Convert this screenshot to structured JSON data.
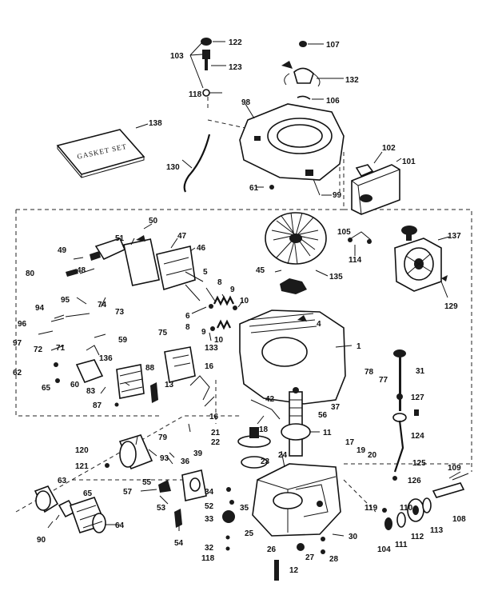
{
  "gasket_set_text": "GASKET SET",
  "callouts": [
    {
      "id": "122",
      "text": "122"
    },
    {
      "id": "103",
      "text": "103"
    },
    {
      "id": "123",
      "text": "123"
    },
    {
      "id": "118a",
      "text": "118"
    },
    {
      "id": "107",
      "text": "107"
    },
    {
      "id": "132",
      "text": "132"
    },
    {
      "id": "106",
      "text": "106"
    },
    {
      "id": "98",
      "text": "98"
    },
    {
      "id": "138",
      "text": "138"
    },
    {
      "id": "130",
      "text": "130"
    },
    {
      "id": "61",
      "text": "61"
    },
    {
      "id": "99",
      "text": "99"
    },
    {
      "id": "102",
      "text": "102"
    },
    {
      "id": "101",
      "text": "101"
    },
    {
      "id": "50",
      "text": "50"
    },
    {
      "id": "51",
      "text": "51"
    },
    {
      "id": "47",
      "text": "47"
    },
    {
      "id": "46",
      "text": "46"
    },
    {
      "id": "49",
      "text": "49"
    },
    {
      "id": "48",
      "text": "48"
    },
    {
      "id": "80",
      "text": "80"
    },
    {
      "id": "5",
      "text": "5"
    },
    {
      "id": "45",
      "text": "45"
    },
    {
      "id": "135",
      "text": "135"
    },
    {
      "id": "105",
      "text": "105"
    },
    {
      "id": "114",
      "text": "114"
    },
    {
      "id": "137",
      "text": "137"
    },
    {
      "id": "129",
      "text": "129"
    },
    {
      "id": "95",
      "text": "95"
    },
    {
      "id": "74",
      "text": "74"
    },
    {
      "id": "73",
      "text": "73"
    },
    {
      "id": "8a",
      "text": "8"
    },
    {
      "id": "9a",
      "text": "9"
    },
    {
      "id": "6",
      "text": "6"
    },
    {
      "id": "10a",
      "text": "10"
    },
    {
      "id": "94",
      "text": "94"
    },
    {
      "id": "96",
      "text": "96"
    },
    {
      "id": "8b",
      "text": "8"
    },
    {
      "id": "9b",
      "text": "9"
    },
    {
      "id": "4",
      "text": "4"
    },
    {
      "id": "97",
      "text": "97"
    },
    {
      "id": "72",
      "text": "72"
    },
    {
      "id": "71",
      "text": "71"
    },
    {
      "id": "59",
      "text": "59"
    },
    {
      "id": "75",
      "text": "75"
    },
    {
      "id": "10b",
      "text": "10"
    },
    {
      "id": "133",
      "text": "133"
    },
    {
      "id": "1",
      "text": "1"
    },
    {
      "id": "31",
      "text": "31"
    },
    {
      "id": "62",
      "text": "62"
    },
    {
      "id": "136",
      "text": "136"
    },
    {
      "id": "88",
      "text": "88"
    },
    {
      "id": "16a",
      "text": "16"
    },
    {
      "id": "13",
      "text": "13"
    },
    {
      "id": "78",
      "text": "78"
    },
    {
      "id": "77",
      "text": "77"
    },
    {
      "id": "65a",
      "text": "65"
    },
    {
      "id": "60",
      "text": "60"
    },
    {
      "id": "83",
      "text": "83"
    },
    {
      "id": "42",
      "text": "42"
    },
    {
      "id": "127",
      "text": "127"
    },
    {
      "id": "87",
      "text": "87"
    },
    {
      "id": "56",
      "text": "56"
    },
    {
      "id": "37",
      "text": "37"
    },
    {
      "id": "16b",
      "text": "16"
    },
    {
      "id": "18",
      "text": "18"
    },
    {
      "id": "124",
      "text": "124"
    },
    {
      "id": "21",
      "text": "21"
    },
    {
      "id": "11",
      "text": "11"
    },
    {
      "id": "79",
      "text": "79"
    },
    {
      "id": "22",
      "text": "22"
    },
    {
      "id": "39",
      "text": "39"
    },
    {
      "id": "17",
      "text": "17"
    },
    {
      "id": "19",
      "text": "19"
    },
    {
      "id": "120",
      "text": "120"
    },
    {
      "id": "36",
      "text": "36"
    },
    {
      "id": "93",
      "text": "93"
    },
    {
      "id": "23",
      "text": "23"
    },
    {
      "id": "24",
      "text": "24"
    },
    {
      "id": "20",
      "text": "20"
    },
    {
      "id": "125",
      "text": "125"
    },
    {
      "id": "121",
      "text": "121"
    },
    {
      "id": "109",
      "text": "109"
    },
    {
      "id": "126",
      "text": "126"
    },
    {
      "id": "63",
      "text": "63"
    },
    {
      "id": "57",
      "text": "57"
    },
    {
      "id": "55",
      "text": "55"
    },
    {
      "id": "65b",
      "text": "65"
    },
    {
      "id": "53",
      "text": "53"
    },
    {
      "id": "52",
      "text": "52"
    },
    {
      "id": "34",
      "text": "34"
    },
    {
      "id": "35",
      "text": "35"
    },
    {
      "id": "108",
      "text": "108"
    },
    {
      "id": "119",
      "text": "119"
    },
    {
      "id": "110",
      "text": "110"
    },
    {
      "id": "113",
      "text": "113"
    },
    {
      "id": "64",
      "text": "64"
    },
    {
      "id": "33",
      "text": "33"
    },
    {
      "id": "112",
      "text": "112"
    },
    {
      "id": "104",
      "text": "104"
    },
    {
      "id": "111",
      "text": "111"
    },
    {
      "id": "30",
      "text": "30"
    },
    {
      "id": "25",
      "text": "25"
    },
    {
      "id": "54",
      "text": "54"
    },
    {
      "id": "90",
      "text": "90"
    },
    {
      "id": "26",
      "text": "26"
    },
    {
      "id": "32",
      "text": "32"
    },
    {
      "id": "27",
      "text": "27"
    },
    {
      "id": "28",
      "text": "28"
    },
    {
      "id": "118b",
      "text": "118"
    },
    {
      "id": "12",
      "text": "12"
    }
  ]
}
